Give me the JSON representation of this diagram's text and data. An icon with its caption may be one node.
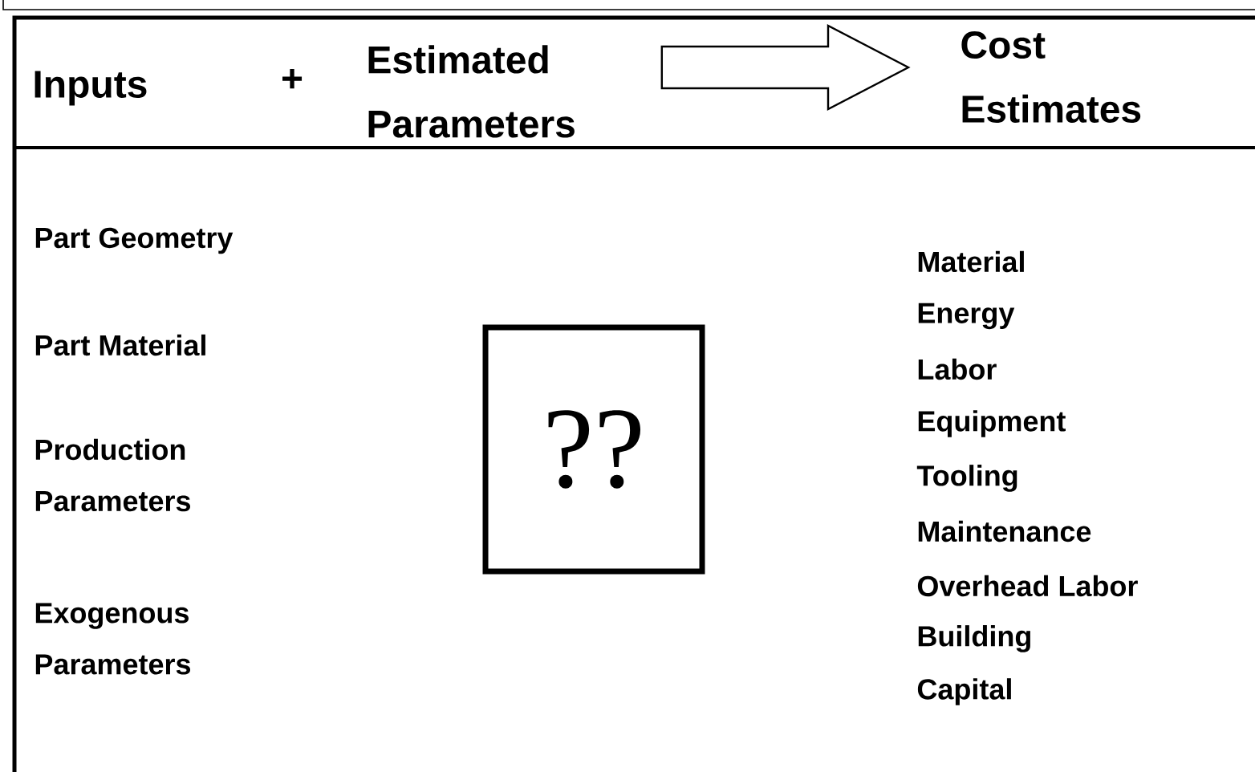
{
  "diagram": {
    "nodes": [
      {
        "text": [
          "Inputs"
        ]
      },
      {
        "text": [
          "Estimated Parameters"
        ]
      },
      {
        "text": [
          "Cost Estimates"
        ]
      },
      {
        "text": [
          "??"
        ]
      }
    ],
    "edges": [
      {
        "from": 1,
        "to": 2,
        "arrow": "to"
      }
    ],
    "labels": [
      "+",
      "Part Geometry",
      "Material",
      "Energy",
      "Part Material",
      "Labor",
      "Equipment",
      "Production Parameters",
      "Tooling",
      "Maintenance",
      "Exogenous Parameters",
      "Overhead Labor",
      "Building",
      "Capital"
    ]
  }
}
